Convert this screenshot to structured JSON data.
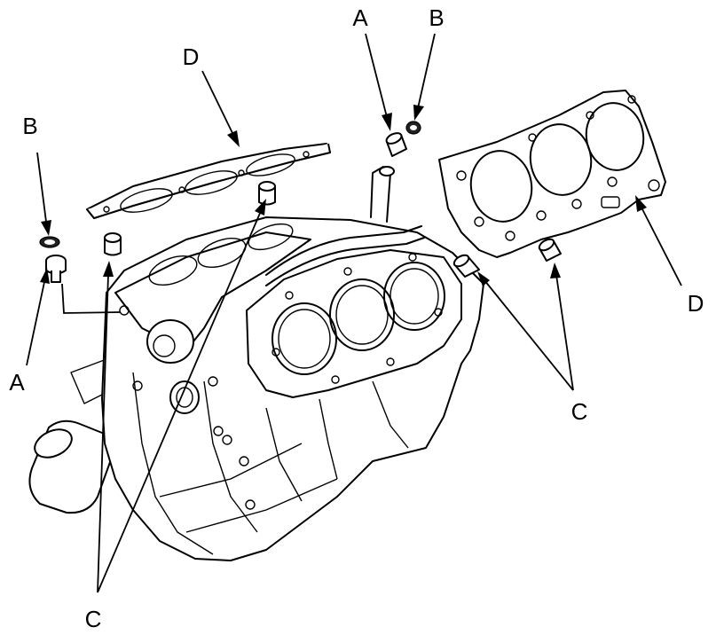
{
  "labels": {
    "a_top": "A",
    "b_top": "B",
    "d_top": "D",
    "b_left": "B",
    "a_left": "A",
    "d_right": "D",
    "c_right": "C",
    "c_bottom": "C"
  },
  "parts": {
    "A": "dowel-pin",
    "B": "o-ring",
    "C": "dowel-pin",
    "D": "cylinder-head-gasket"
  }
}
